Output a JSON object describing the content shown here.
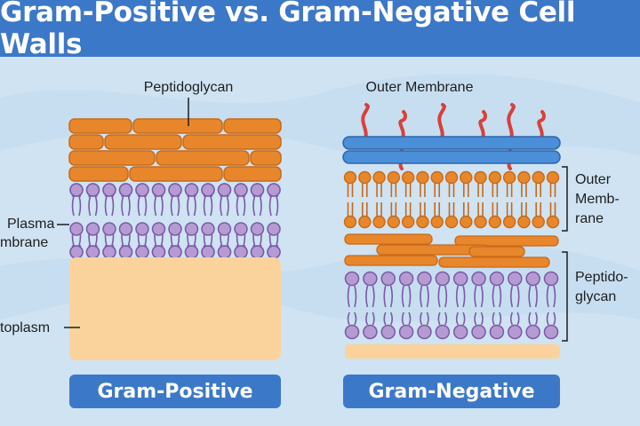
{
  "title": "Gram-Positive vs. Gram-Negative Cell Walls",
  "gram_positive": {
    "panel_label": "Gram-Positive",
    "peptidoglycan_label": "Peptidoglycan",
    "plasma_membrane_label": [
      "Plasma",
      "mbrane"
    ],
    "cytoplasm_label": "toplasm"
  },
  "gram_negative": {
    "panel_label": "Gram-Negative",
    "top_outer_membrane_label": "Outer Membrane",
    "side_outer_membrane_label": [
      "Outer",
      "Memb-",
      "rane"
    ],
    "peptidoglycan_label": [
      "Peptido-",
      "glycan"
    ]
  },
  "colors": {
    "header": "#3c78c8",
    "background": "#cfe3f3",
    "peptidoglycan": "#e8862c",
    "peptidoglycan_stroke": "#c76a18",
    "phospholipid_head": "#b59bd2",
    "phospholipid_stroke": "#7a5aa6",
    "cytoplasm": "#fad39c",
    "outer_membrane": "#4b8fd8",
    "lps": "#d9403a"
  }
}
